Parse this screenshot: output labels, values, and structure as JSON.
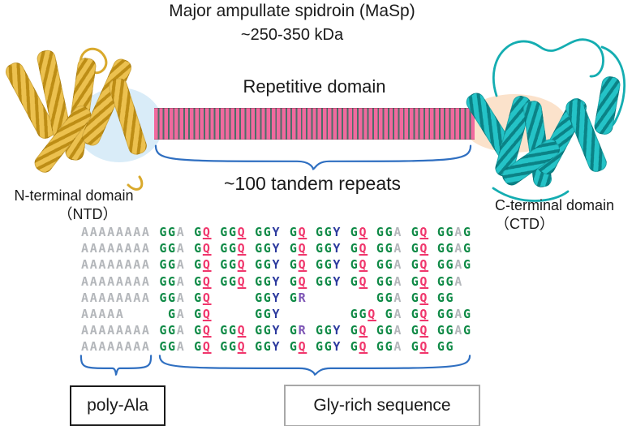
{
  "title": {
    "line1": "Major ampullate spidroin (MaSp)",
    "mass": "~250-350 kDa"
  },
  "repetitive": {
    "label": "Repetitive domain",
    "sublabel": "~100 tandem repeats"
  },
  "ntd": {
    "line1": "N-terminal domain",
    "line2": "（NTD）"
  },
  "ctd": {
    "line1": "C-terminal domain",
    "line2": "（CTD）"
  },
  "sequence": {
    "rows": [
      "AAAAAAAA GGA GQ GGQ GGY GQ GGY GQ GGA GQ GGAG",
      "AAAAAAAA GGA GQ GGQ GGY GQ GGY GQ GGA GQ GGAG",
      "AAAAAAAA GGA GQ GGQ GGY GQ GGY GQ GGA GQ GGAG",
      "AAAAAAAA GGA GQ GGQ GGY GQ GGY GQ GGA GQ GGA",
      "AAAAAAAA GGA GQ     GGY GR        GGA GQ GG",
      "AAAAA     GA GQ     GGY        GGQ GA GQ GGAG",
      "AAAAAAAA GGA GQ GGQ GGY GR GGY GQ GGA GQ GGAG",
      "AAAAAAAA GGA GQ GGQ GGY GQ GGY GQ GGA GQ GG"
    ],
    "residue_colors": {
      "A": "#b4b7bb",
      "G": "#0f8a46",
      "Q": "#f0366c",
      "Y": "#2c3a9e",
      "R": "#7d55b5"
    },
    "underline_residues": [
      "Q"
    ]
  },
  "annotations": {
    "poly_ala": "poly-Ala",
    "gly_rich": "Gly-rich sequence"
  },
  "colors": {
    "bar_pink": "#f1699e",
    "bar_stripe": "#4d6e68",
    "brace_blue": "#2f6fc1",
    "ntd_gold": "#e2b33c",
    "ctd_teal": "#14adb1",
    "ntd_halo": "#d9ecf8",
    "ctd_halo": "#fbe2cb",
    "text": "#1a1a1a"
  }
}
